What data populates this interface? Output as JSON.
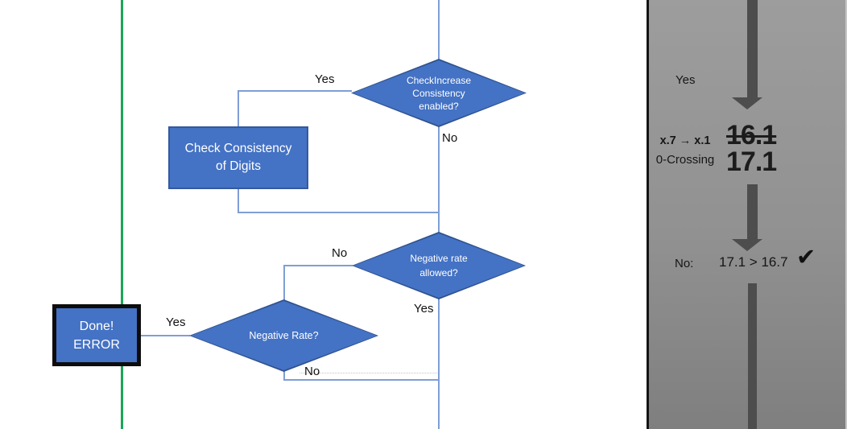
{
  "colors": {
    "node_fill": "#4472c4",
    "node_border": "#2f528f",
    "connector_blue": "#7f9ed6",
    "green_line": "#19a656",
    "arrow_gray": "#4d4d4d",
    "panel_gray_top": "#9d9d9d",
    "panel_gray_bottom": "#7f7f7f"
  },
  "flowchart": {
    "decision_check_increase": {
      "label": "CheckIncrease\nConsistency\nenabled?"
    },
    "process_check_consistency": {
      "label": "Check Consistency\nof Digits"
    },
    "decision_negative_rate_allowed": {
      "label": "Negative rate\nallowed?"
    },
    "decision_negative_rate": {
      "label": "Negative Rate?"
    },
    "terminator_done_error": {
      "label": "Done!\nERROR"
    },
    "branch_labels": {
      "check_increase_yes": "Yes",
      "check_increase_no": "No",
      "negative_rate_allowed_no": "No",
      "negative_rate_allowed_yes": "Yes",
      "negative_rate_yes": "Yes",
      "negative_rate_no": "No"
    }
  },
  "side_panel": {
    "branch_label_yes": "Yes",
    "transform_rule": "x.7 → x.1",
    "transform_name": "0-Crossing",
    "old_value": "16.1",
    "new_value": "17.1",
    "result_prefix": "No:",
    "comparison": "17.1 > 16.7",
    "checkmark": "✔"
  }
}
